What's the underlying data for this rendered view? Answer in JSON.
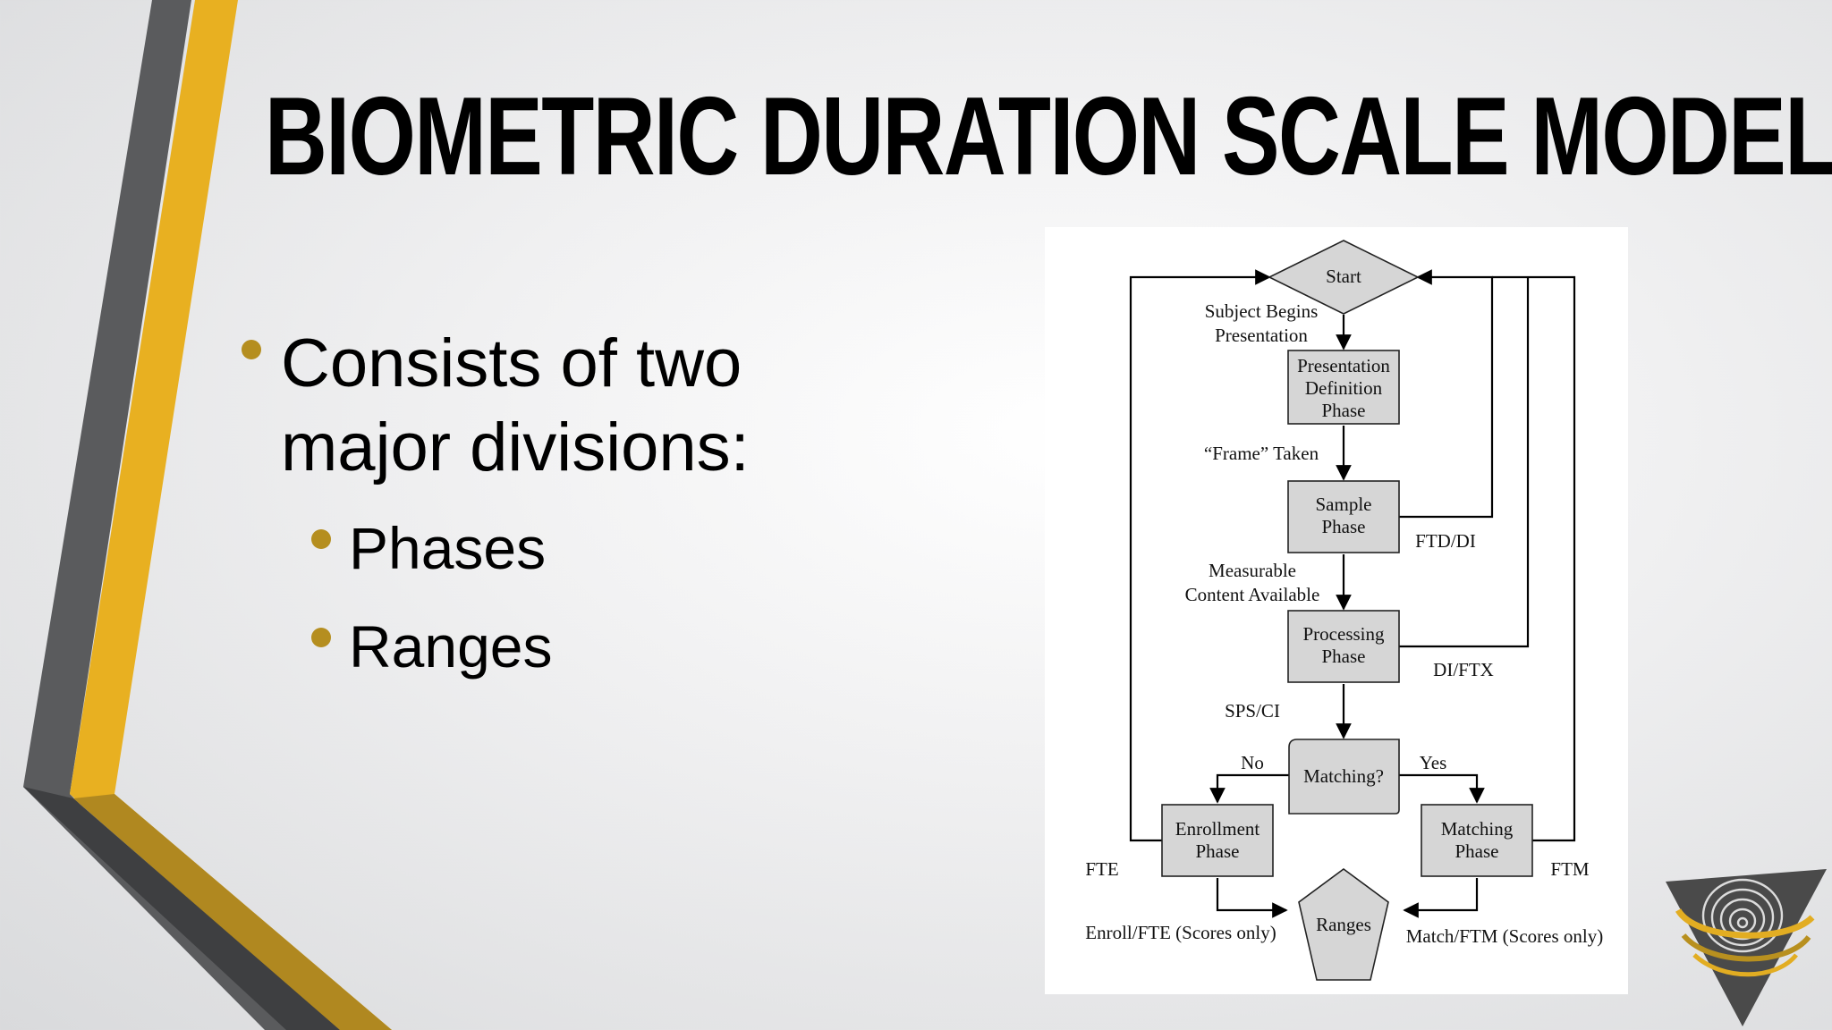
{
  "slide": {
    "title": "BIOMETRIC DURATION SCALE MODEL",
    "bullet_main": [
      "Consists of two",
      "major divisions:"
    ],
    "sub_bullets": [
      "Phases",
      "Ranges"
    ]
  },
  "diagram": {
    "nodes": {
      "start": "Start",
      "presentation": [
        "Presentation",
        "Definition",
        "Phase"
      ],
      "sample": [
        "Sample",
        "Phase"
      ],
      "processing": [
        "Processing",
        "Phase"
      ],
      "matching_decision": "Matching?",
      "enrollment": [
        "Enrollment",
        "Phase"
      ],
      "matching_phase": [
        "Matching",
        "Phase"
      ],
      "ranges": "Ranges"
    },
    "edge_labels": {
      "subject_begins": [
        "Subject Begins",
        "Presentation"
      ],
      "frame_taken": "“Frame” Taken",
      "measurable": [
        "Measurable",
        "Content Available"
      ],
      "sps_ci": "SPS/CI",
      "no": "No",
      "yes": "Yes",
      "ftd_di": "FTD/DI",
      "di_ftx": "DI/FTX",
      "fte": "FTE",
      "ftm": "FTM",
      "enroll_fte": "Enroll/FTE (Scores only)",
      "match_ftm": "Match/FTM (Scores only)"
    }
  },
  "colors": {
    "gold": "#e9b020",
    "dark_gold": "#a8841f",
    "gray_band": "#565759",
    "node_fill": "#d6d6d6"
  }
}
